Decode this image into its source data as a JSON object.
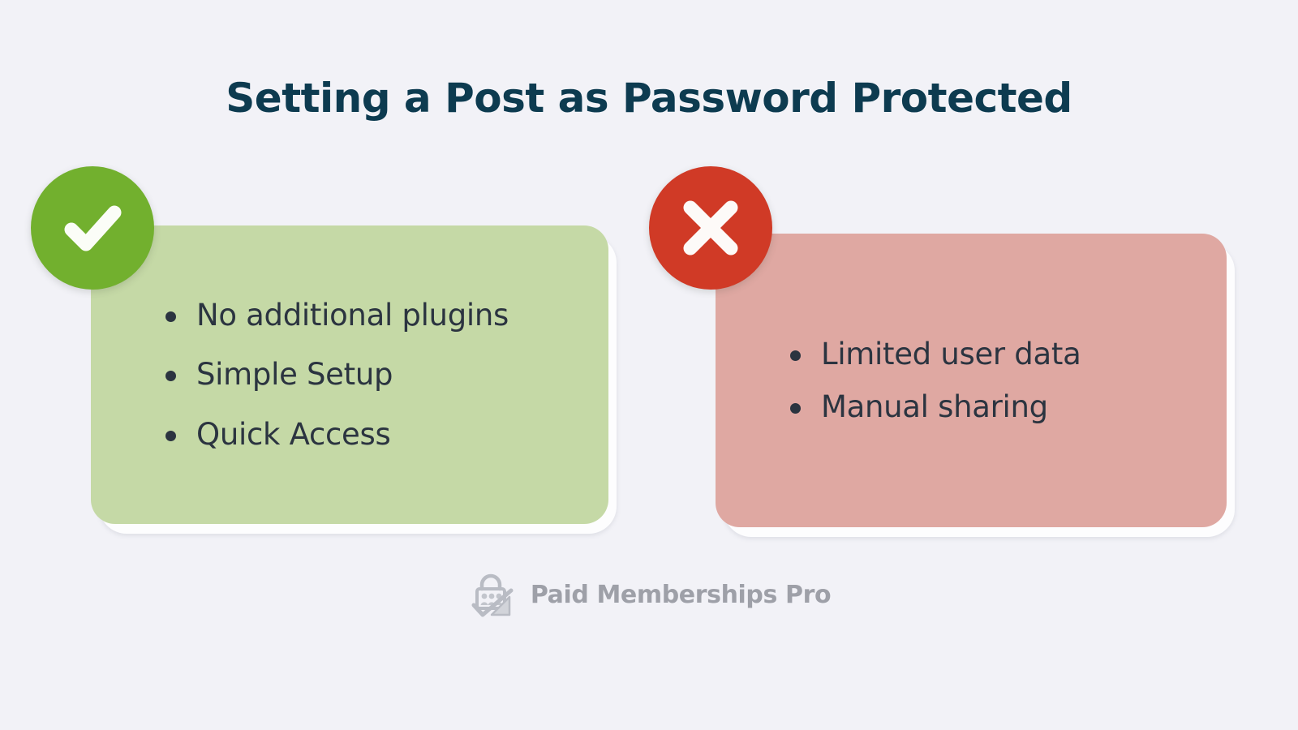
{
  "page": {
    "title": "Setting a Post as Password Protected",
    "background_color": "#f2f2f7",
    "title_color": "#0d3b50"
  },
  "pros_card": {
    "badge_icon": "check-circle-icon",
    "badge_color": "#72b02e",
    "card_color": "#c5d9a6",
    "items": [
      {
        "label": "No additional plugins"
      },
      {
        "label": "Simple Setup"
      },
      {
        "label": "Quick Access"
      }
    ]
  },
  "cons_card": {
    "badge_icon": "cross-circle-icon",
    "badge_color": "#d03a26",
    "card_color": "#dfa8a2",
    "items": [
      {
        "label": "Limited user data"
      },
      {
        "label": "Manual sharing"
      }
    ]
  },
  "footer": {
    "logo_icon": "paid-memberships-pro-logo-icon",
    "brand_name": "Paid Memberships Pro",
    "brand_color": "#9ea0a8"
  }
}
